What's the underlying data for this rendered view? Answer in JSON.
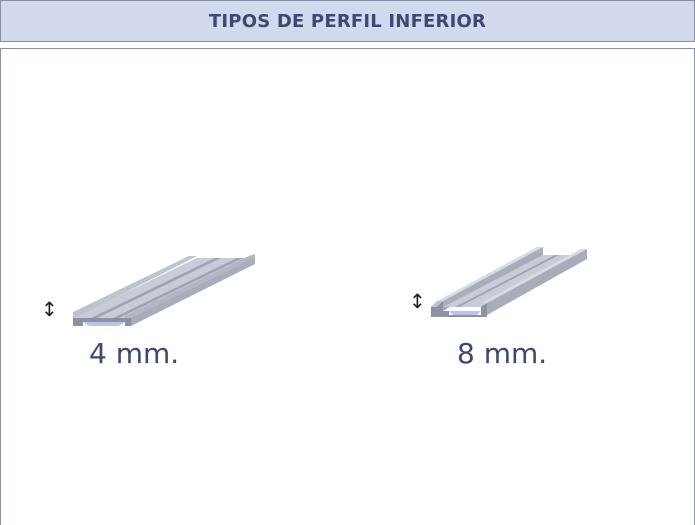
{
  "header": {
    "title": "TIPOS DE PERFIL INFERIOR"
  },
  "profiles": [
    {
      "label": "4 mm.",
      "icon": "height-arrow-icon"
    },
    {
      "label": "8 mm.",
      "icon": "height-arrow-icon"
    }
  ],
  "colors": {
    "header_bg": "#d3d9ec",
    "border": "#8a8fa8",
    "text": "#3e4870",
    "profile_light": "#c9ccd6",
    "profile_mid": "#a9adba",
    "profile_dark": "#8d91a0",
    "profile_accent": "#b9c3e8"
  }
}
